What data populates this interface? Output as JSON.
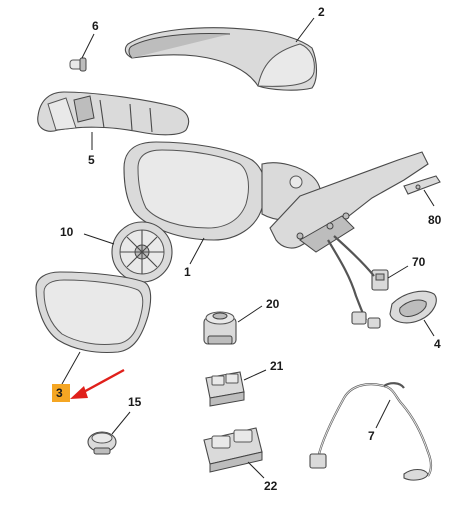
{
  "parts": [
    {
      "id": "p6",
      "label": "6"
    },
    {
      "id": "p2",
      "label": "2"
    },
    {
      "id": "p5",
      "label": "5"
    },
    {
      "id": "p80",
      "label": "80"
    },
    {
      "id": "p10",
      "label": "10"
    },
    {
      "id": "p1",
      "label": "1"
    },
    {
      "id": "p70",
      "label": "70"
    },
    {
      "id": "p20",
      "label": "20"
    },
    {
      "id": "p4",
      "label": "4"
    },
    {
      "id": "p3",
      "label": "3"
    },
    {
      "id": "p21",
      "label": "21"
    },
    {
      "id": "p15",
      "label": "15"
    },
    {
      "id": "p7",
      "label": "7"
    },
    {
      "id": "p22",
      "label": "22"
    }
  ],
  "highlight": {
    "part": "3",
    "badge_color": "#f5a623",
    "arrow_color": "#e0201b"
  }
}
